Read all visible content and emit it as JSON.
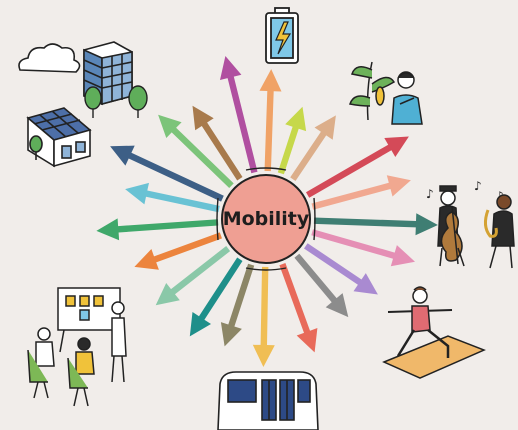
{
  "center": {
    "label": "Mobility",
    "fill": "#ef9f93"
  },
  "arrows": [
    {
      "name": "arrow-up-orange",
      "color": "#f0a266"
    },
    {
      "name": "arrow-up-lime",
      "color": "#c6d84a"
    },
    {
      "name": "arrow-up-right-tan",
      "color": "#dcae8a"
    },
    {
      "name": "arrow-right-red",
      "color": "#d44a58"
    },
    {
      "name": "arrow-right-salmon",
      "color": "#f1a890"
    },
    {
      "name": "arrow-right-teal",
      "color": "#3f7e73"
    },
    {
      "name": "arrow-right-pink",
      "color": "#e58fb5"
    },
    {
      "name": "arrow-down-right-purple",
      "color": "#a98ad1"
    },
    {
      "name": "arrow-down-right-gray",
      "color": "#8c8c8c"
    },
    {
      "name": "arrow-down-coral",
      "color": "#e86a5a"
    },
    {
      "name": "arrow-down-gold",
      "color": "#f0be54"
    },
    {
      "name": "arrow-down-olive",
      "color": "#8c8666"
    },
    {
      "name": "arrow-down-left-teal",
      "color": "#1e8f8a"
    },
    {
      "name": "arrow-down-left-mint",
      "color": "#8ac8a8"
    },
    {
      "name": "arrow-left-orange",
      "color": "#ec843d"
    },
    {
      "name": "arrow-left-green",
      "color": "#3fa86a"
    },
    {
      "name": "arrow-left-sky",
      "color": "#69c2d4"
    },
    {
      "name": "arrow-up-left-navy",
      "color": "#3d5f86"
    },
    {
      "name": "arrow-up-left-green",
      "color": "#7cc47a"
    },
    {
      "name": "arrow-up-left-brown",
      "color": "#a87a4c"
    },
    {
      "name": "arrow-up-magenta",
      "color": "#b04fa0"
    }
  ]
}
